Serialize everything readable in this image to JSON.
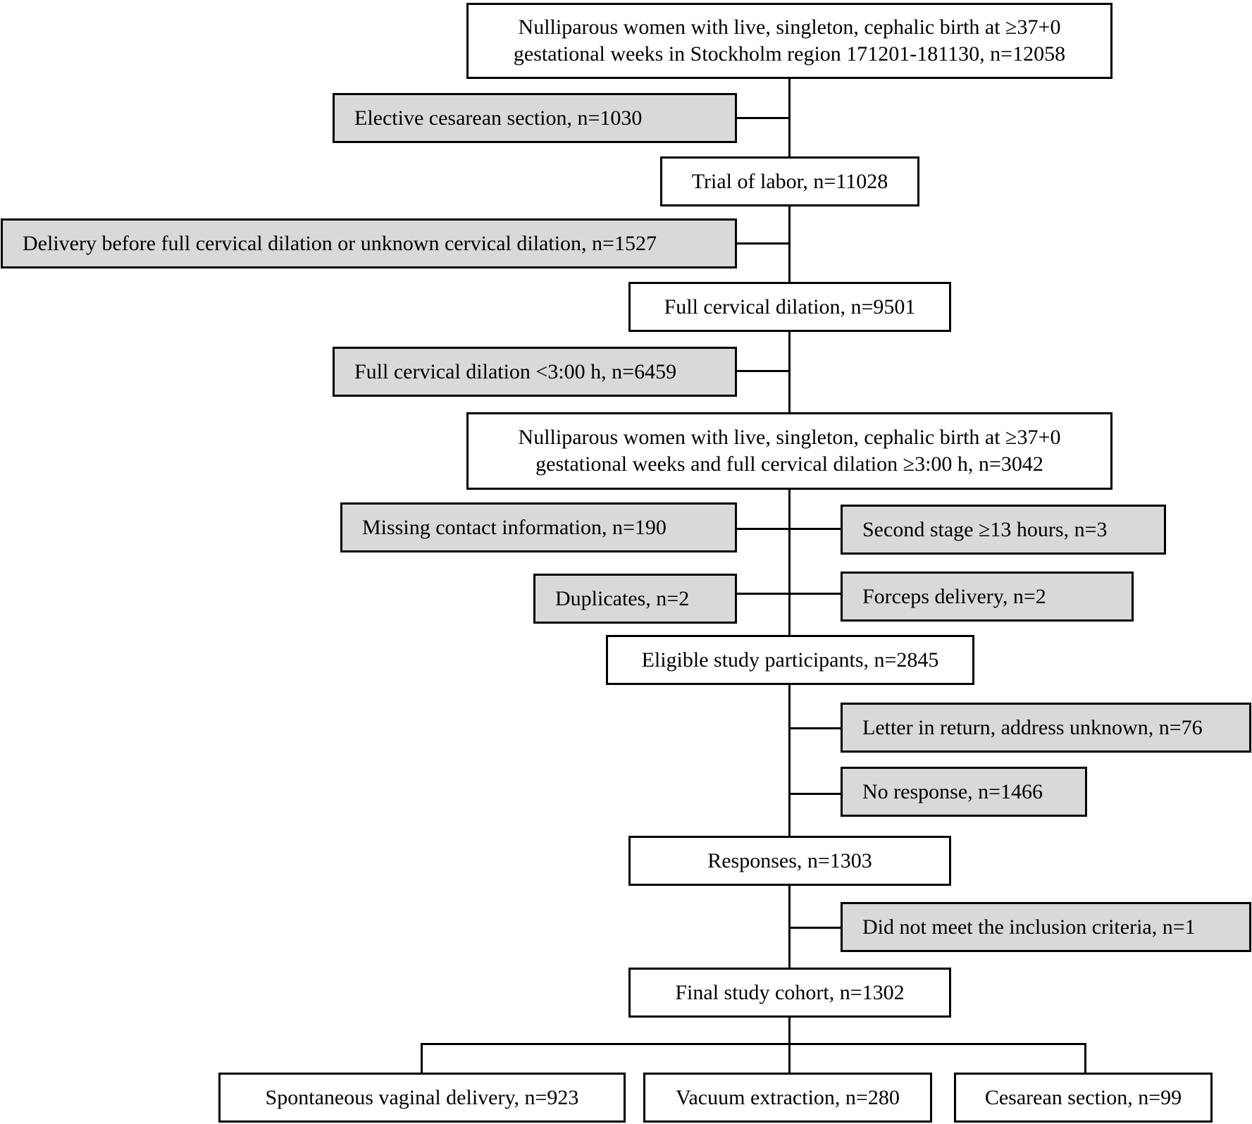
{
  "nodes": {
    "population": {
      "line1": "Nulliparous women with live, singleton, cephalic birth at ≥37+0",
      "line2": "gestational weeks in Stockholm region 171201-181130, n=12058"
    },
    "elective_cs": "Elective cesarean section, n=1030",
    "trial_of_labor": "Trial of labor, n=11028",
    "delivery_before_full": "Delivery before full cervical dilation or unknown cervical dilation, n=1527",
    "full_dilation": "Full cervical dilation, n=9501",
    "full_dilation_lt3": "Full cervical dilation <3:00 h, n=6459",
    "subpopulation": {
      "line1": "Nulliparous women with live, singleton, cephalic birth at ≥37+0",
      "line2": "gestational weeks and full cervical dilation ≥3:00 h, n=3042"
    },
    "missing_contact": "Missing contact information, n=190",
    "second_stage": "Second stage ≥13 hours, n=3",
    "duplicates": "Duplicates, n=2",
    "forceps": "Forceps delivery, n=2",
    "eligible": "Eligible study participants, n=2845",
    "letter_return": "Letter in return, address unknown, n=76",
    "no_response": "No response, n=1466",
    "responses": "Responses, n=1303",
    "not_meet_criteria": "Did not meet the inclusion criteria, n=1",
    "final_cohort": "Final study cohort, n=1302",
    "spontaneous": "Spontaneous vaginal delivery, n=923",
    "vacuum": "Vacuum extraction, n=280",
    "cesarean": "Cesarean section, n=99"
  },
  "colors": {
    "border": "#000000",
    "excluded_fill": "#d9d9d9",
    "main_fill": "#ffffff"
  }
}
